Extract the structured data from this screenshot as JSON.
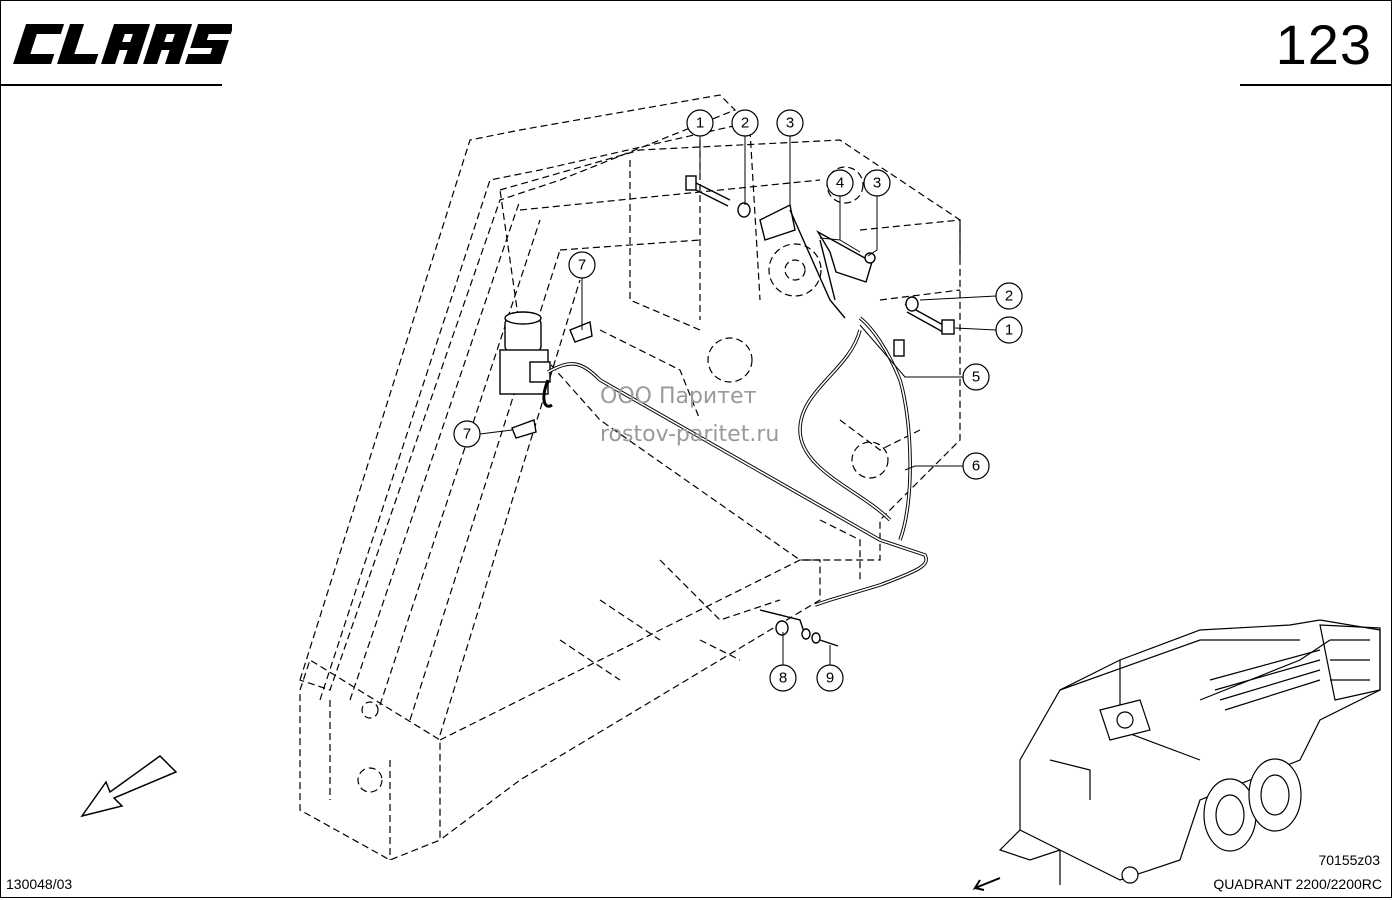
{
  "header": {
    "brand": "CLAAS",
    "page_number": "123"
  },
  "watermark": {
    "line1": "ООО Паритет",
    "line2": "rostov-paritet.ru"
  },
  "callouts": [
    "1",
    "2",
    "3",
    "4",
    "3",
    "2",
    "1",
    "5",
    "6",
    "7",
    "7",
    "8",
    "9"
  ],
  "footer": {
    "doc_code": "130048/03",
    "figure_code": "70155z03",
    "model": "QUADRANT 2200/2200RC"
  },
  "icons": {
    "direction_arrow": "arrow-southwest-icon",
    "overview": "baler-overview-icon"
  }
}
